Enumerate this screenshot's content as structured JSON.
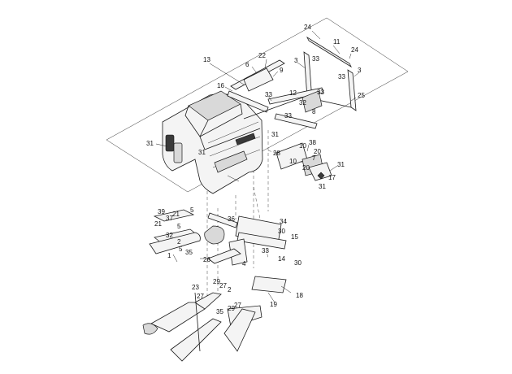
{
  "diagram": {
    "callouts": [
      "24",
      "11",
      "24",
      "22",
      "6",
      "9",
      "13",
      "3",
      "33",
      "3",
      "33",
      "33",
      "16",
      "12",
      "33",
      "32",
      "8",
      "33",
      "25",
      "31",
      "38",
      "10",
      "7",
      "20",
      "28",
      "10",
      "20",
      "31",
      "31",
      "17",
      "31",
      "31",
      "39",
      "21",
      "5",
      "37",
      "21",
      "5",
      "36",
      "34",
      "30",
      "15",
      "32",
      "2",
      "5",
      "35",
      "1",
      "26",
      "4",
      "33",
      "14",
      "30",
      "23",
      "29",
      "27",
      "2",
      "27",
      "18",
      "35",
      "29",
      "27",
      "19"
    ]
  }
}
